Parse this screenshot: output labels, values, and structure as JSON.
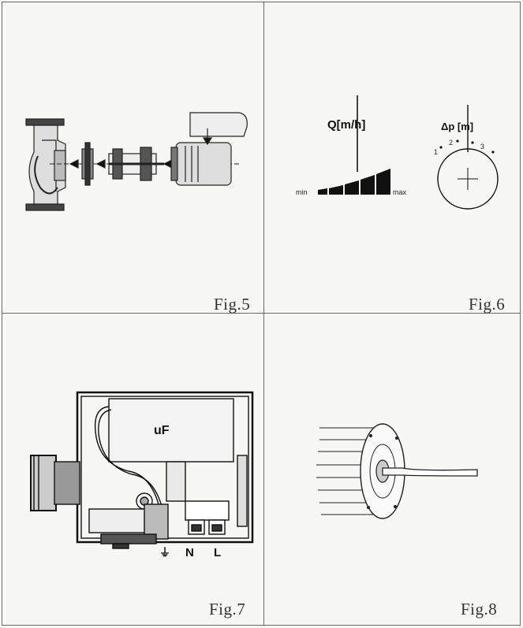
{
  "figures": [
    {
      "label": "Fig.5"
    },
    {
      "label": "Fig.6",
      "flow_label": "Q[m/h]",
      "min_label": "min",
      "max_label": "max",
      "pressure_label": "Δp [m]",
      "positions": [
        "1",
        "2",
        "3"
      ]
    },
    {
      "label": "Fig.7",
      "capacitor_label": "uF",
      "ground_symbol": "⏚",
      "terminal_n": "N",
      "terminal_l": "L"
    },
    {
      "label": "Fig.8"
    }
  ]
}
